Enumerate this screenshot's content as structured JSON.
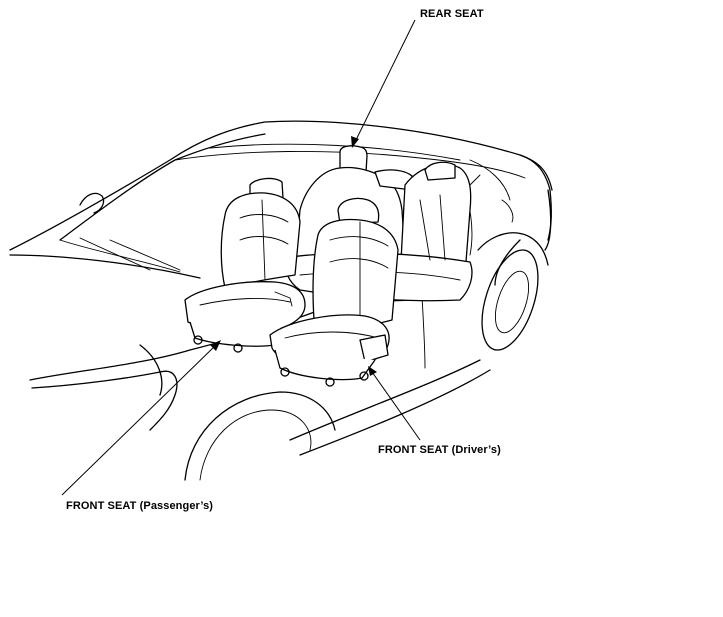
{
  "labels": {
    "rear_seat": "REAR SEAT",
    "front_seat_drivers": "FRONT SEAT (Driver’s)",
    "front_seat_passengers": "FRONT SEAT (Passenger’s)"
  }
}
